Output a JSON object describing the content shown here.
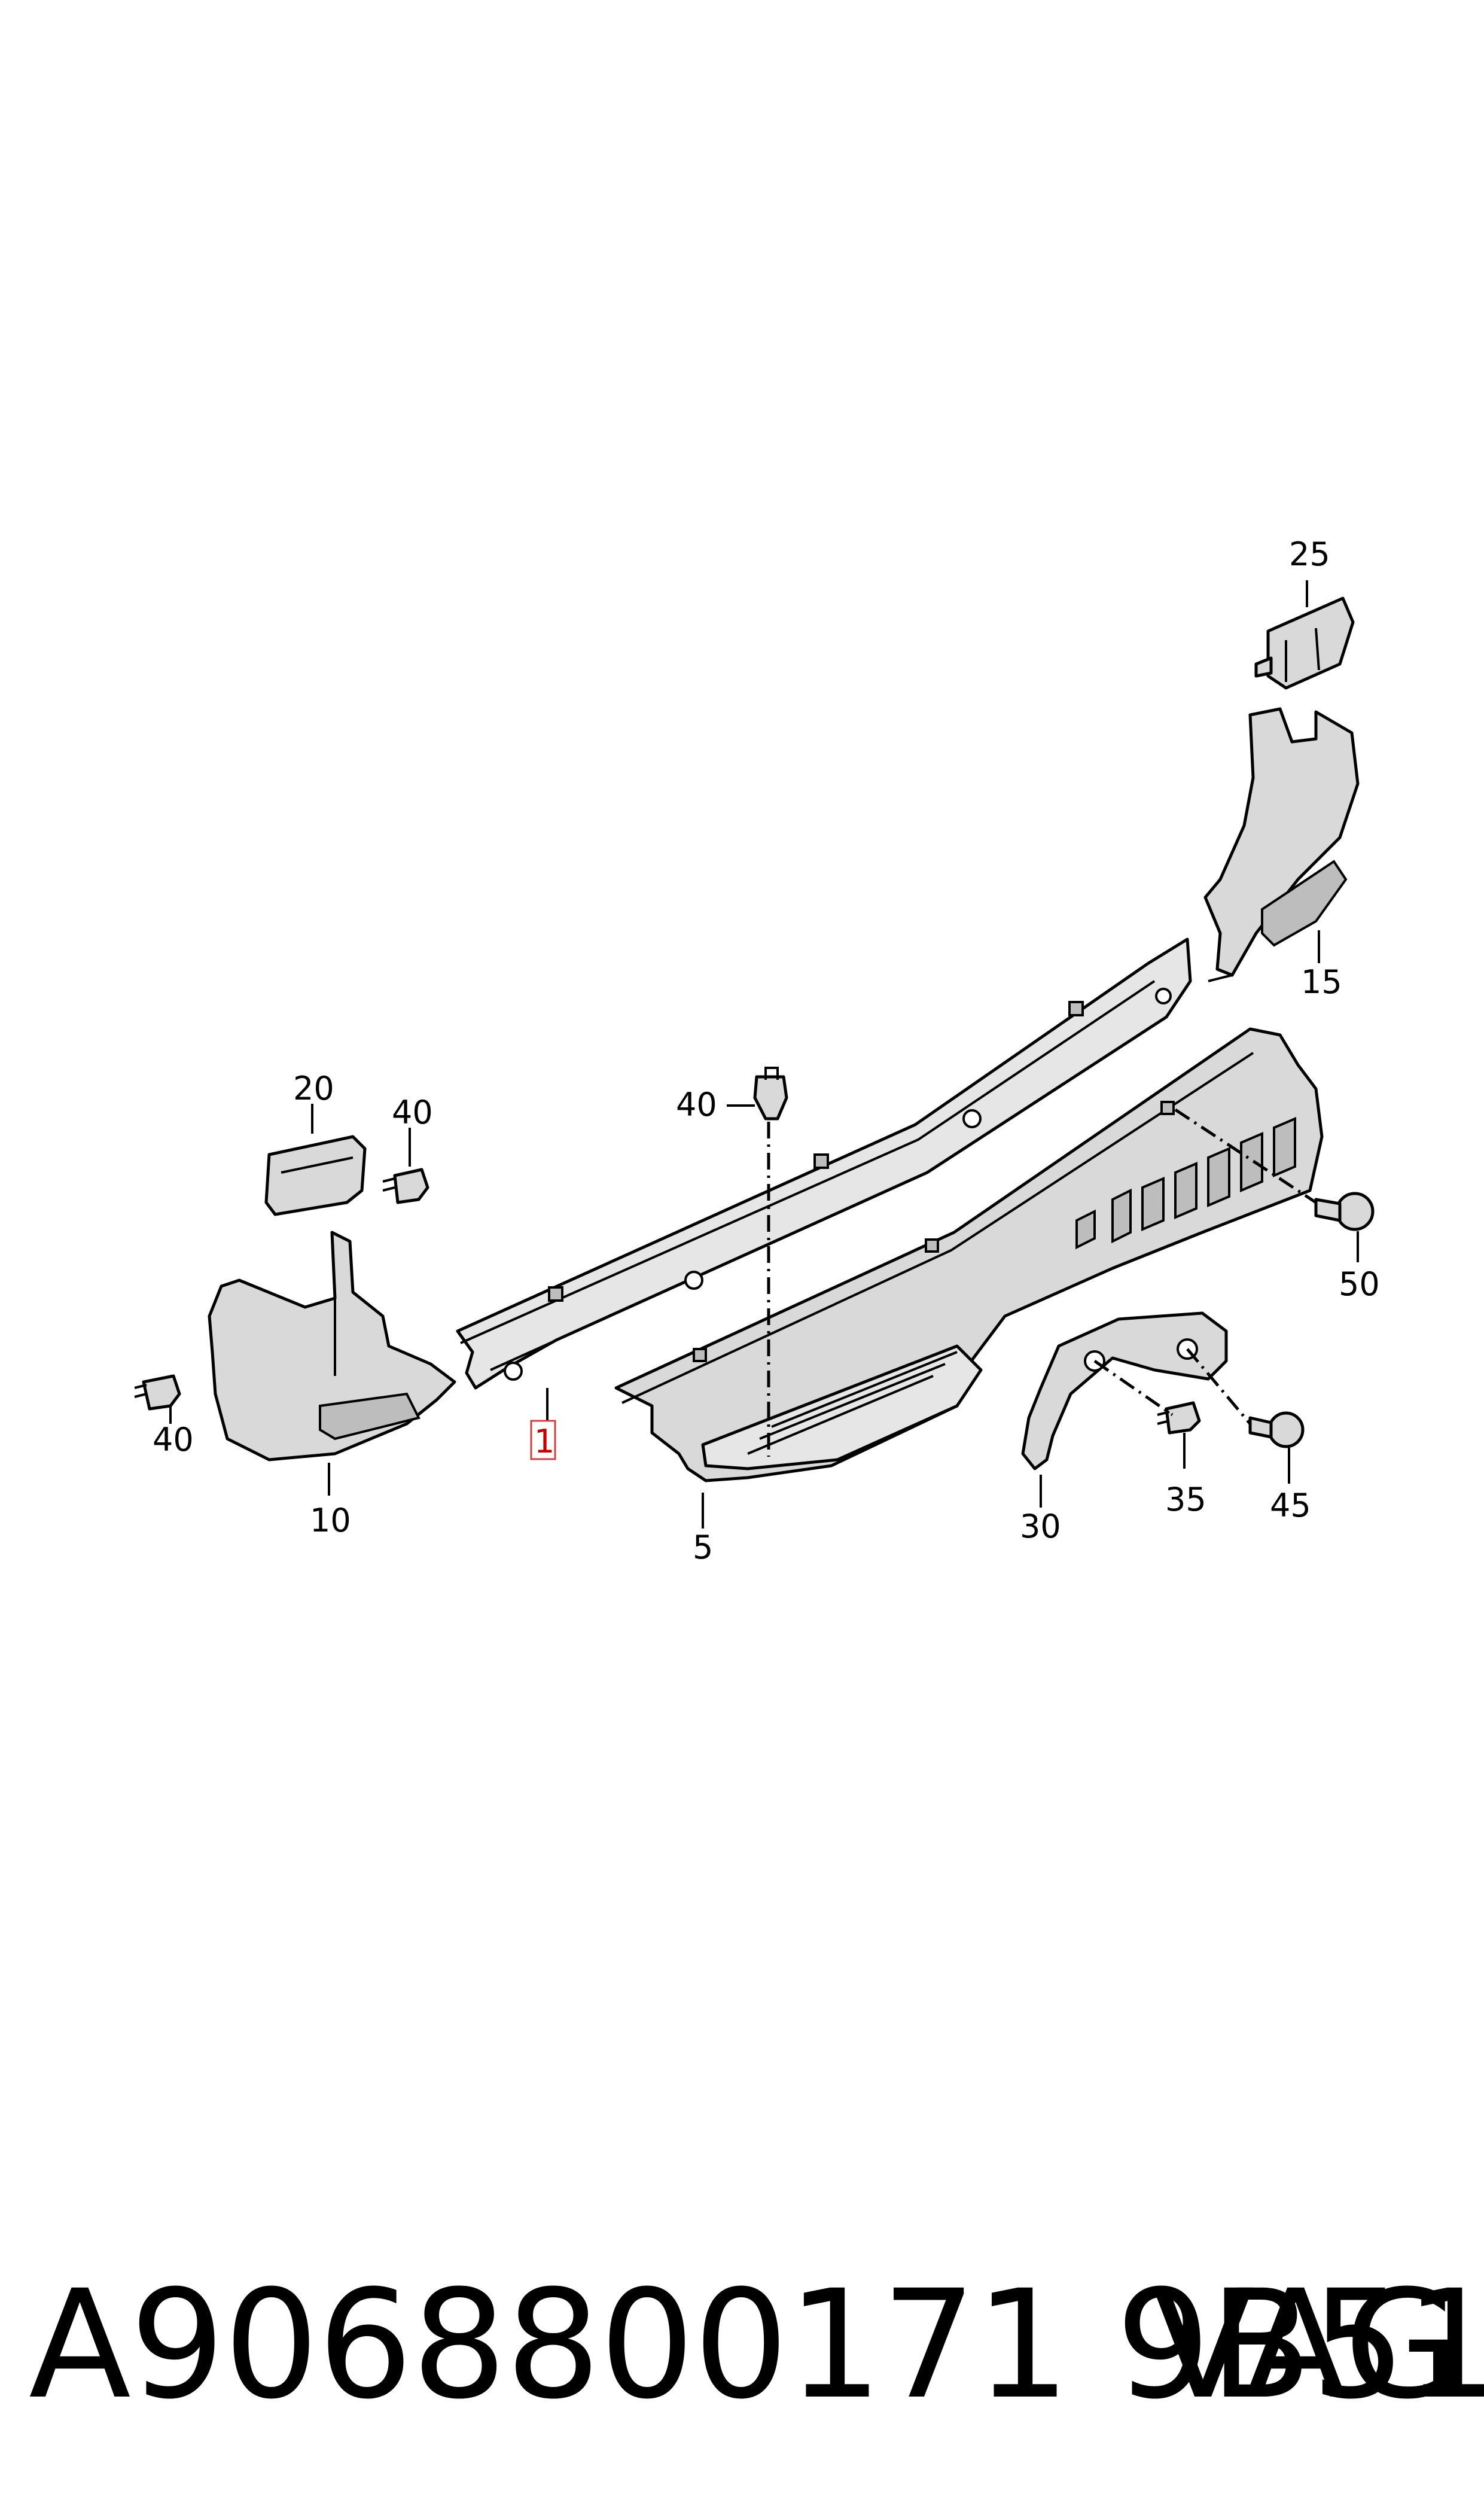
{
  "callouts": {
    "c25": "25",
    "c15": "15",
    "c20": "20",
    "c40a": "40",
    "c40b": "40",
    "c40c": "40",
    "c50": "50",
    "c1": "1",
    "c10": "10",
    "c5": "5",
    "c30": "30",
    "c35": "35",
    "c45": "45"
  },
  "footer": {
    "part_number": "A9068800171 9B51",
    "brand": "VAG"
  },
  "colors": {
    "highlight_box": "#d04040",
    "part_fill": "#d9d9d9"
  }
}
